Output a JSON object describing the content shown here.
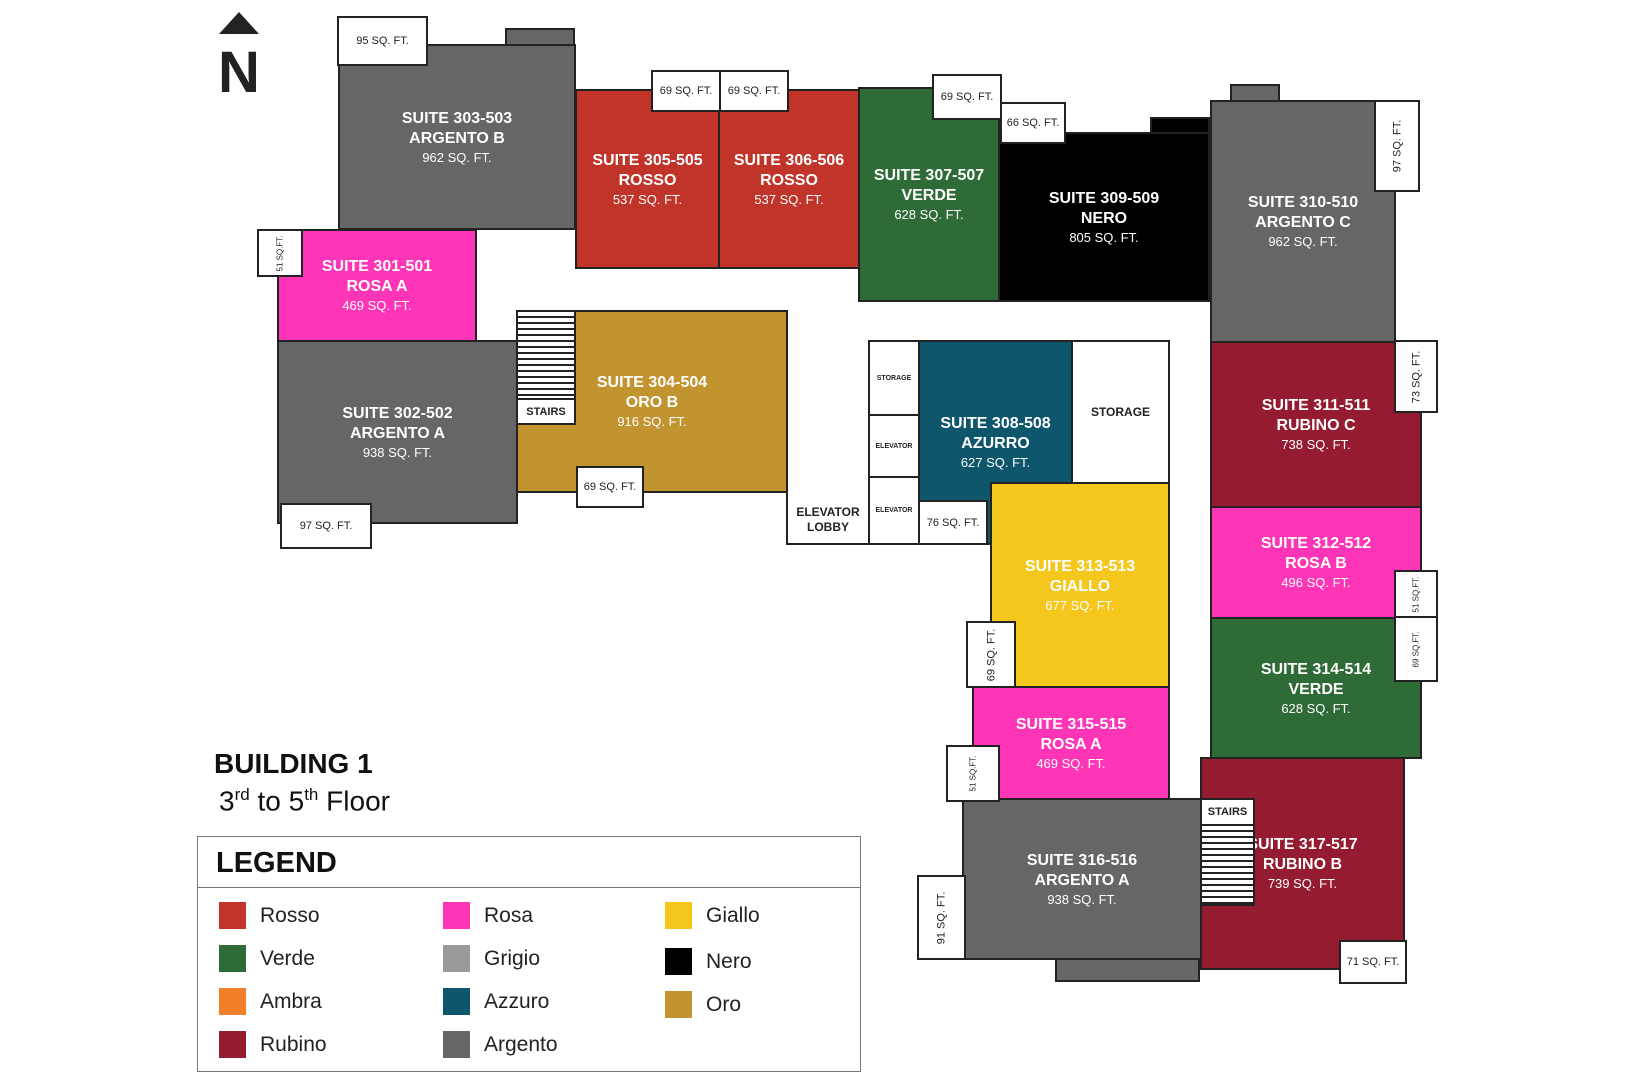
{
  "colors": {
    "rosso": "#c1342a",
    "verde": "#2e6b36",
    "ambra": "#f27f2a",
    "rubino": "#941b30",
    "rosa": "#fe35b6",
    "grigio": "#9a9a9a",
    "azzuro": "#0d566b",
    "argento": "#666666",
    "giallo": "#f5c71c",
    "nero": "#000000",
    "oro": "#c29430"
  },
  "north_label": "N",
  "building": {
    "title": "BUILDING 1",
    "floor_start": "3",
    "floor_start_sup": "rd",
    "floor_to": " to ",
    "floor_end": "5",
    "floor_end_sup": "th",
    "floor_word": " Floor"
  },
  "legend": {
    "title": "LEGEND",
    "items": [
      {
        "label": "Rosso",
        "color": "#c1342a"
      },
      {
        "label": "Verde",
        "color": "#2e6b36"
      },
      {
        "label": "Ambra",
        "color": "#f27f2a"
      },
      {
        "label": "Rubino",
        "color": "#941b30"
      },
      {
        "label": "Rosa",
        "color": "#fe35b6"
      },
      {
        "label": "Grigio",
        "color": "#9a9a9a"
      },
      {
        "label": "Azzuro",
        "color": "#0d566b"
      },
      {
        "label": "Argento",
        "color": "#666666"
      },
      {
        "label": "Giallo",
        "color": "#f5c71c"
      },
      {
        "label": "Nero",
        "color": "#000000"
      },
      {
        "label": "Oro",
        "color": "#c29430"
      }
    ]
  },
  "suites": [
    {
      "id": "303",
      "title": "SUITE 303-503",
      "name": "ARGENTO B",
      "area": "962 SQ. FT.",
      "color": "#666666"
    },
    {
      "id": "305",
      "title": "SUITE 305-505",
      "name": "ROSSO",
      "area": "537 SQ. FT.",
      "color": "#c1342a"
    },
    {
      "id": "306",
      "title": "SUITE 306-506",
      "name": "ROSSO",
      "area": "537 SQ. FT.",
      "color": "#c1342a"
    },
    {
      "id": "307",
      "title": "SUITE 307-507",
      "name": "VERDE",
      "area": "628 SQ. FT.",
      "color": "#2e6b36"
    },
    {
      "id": "309",
      "title": "SUITE 309-509",
      "name": "NERO",
      "area": "805 SQ. FT.",
      "color": "#000000"
    },
    {
      "id": "310",
      "title": "SUITE 310-510",
      "name": "ARGENTO C",
      "area": "962 SQ. FT.",
      "color": "#666666"
    },
    {
      "id": "301",
      "title": "SUITE 301-501",
      "name": "ROSA A",
      "area": "469 SQ. FT.",
      "color": "#fe35b6"
    },
    {
      "id": "302",
      "title": "SUITE 302-502",
      "name": "ARGENTO A",
      "area": "938 SQ. FT.",
      "color": "#666666"
    },
    {
      "id": "304",
      "title": "SUITE 304-504",
      "name": "ORO B",
      "area": "916 SQ. FT.",
      "color": "#c29430"
    },
    {
      "id": "308",
      "title": "SUITE 308-508",
      "name": "AZURRO",
      "area": "627 SQ. FT.",
      "color": "#0d566b"
    },
    {
      "id": "311",
      "title": "SUITE 311-511",
      "name": "RUBINO C",
      "area": "738 SQ. FT.",
      "color": "#941b30"
    },
    {
      "id": "312",
      "title": "SUITE 312-512",
      "name": "ROSA B",
      "area": "496 SQ. FT.",
      "color": "#fe35b6"
    },
    {
      "id": "313",
      "title": "SUITE 313-513",
      "name": "GIALLO",
      "area": "677 SQ. FT.",
      "color": "#f5c71c"
    },
    {
      "id": "314",
      "title": "SUITE 314-514",
      "name": "VERDE",
      "area": "628 SQ. FT.",
      "color": "#2e6b36"
    },
    {
      "id": "315",
      "title": "SUITE 315-515",
      "name": "ROSA A",
      "area": "469 SQ. FT.",
      "color": "#fe35b6"
    },
    {
      "id": "316",
      "title": "SUITE 316-516",
      "name": "ARGENTO A",
      "area": "938 SQ. FT.",
      "color": "#666666"
    },
    {
      "id": "317",
      "title": "SUITE 317-517",
      "name": "RUBINO B",
      "area": "739 SQ. FT.",
      "color": "#941b30"
    }
  ],
  "small_rooms": [
    "95 SQ. FT.",
    "69 SQ. FT.",
    "69 SQ. FT.",
    "69 SQ. FT.",
    "66 SQ. FT.",
    "97 SQ. FT.",
    "51 SQ.FT.",
    "97 SQ. FT.",
    "69 SQ. FT.",
    "76 SQ. FT.",
    "73 SQ. FT.",
    "51 SQ.FT.",
    "69 SQ.FT.",
    "69 SQ. FT.",
    "51 SQ.FT.",
    "91 SQ. FT.",
    "71 SQ. FT."
  ],
  "labels": {
    "stairs": "STAIRS",
    "storage": "STORAGE",
    "elevator": "ELEVATOR",
    "elevator_lobby_1": "ELEVATOR",
    "elevator_lobby_2": "LOBBY"
  }
}
